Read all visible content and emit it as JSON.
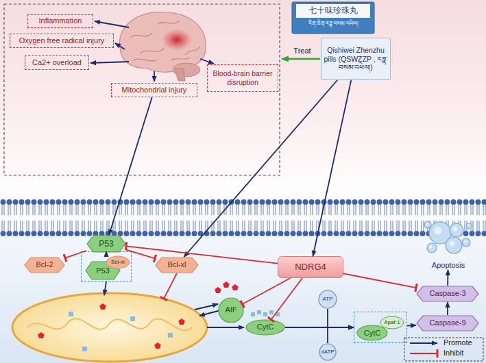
{
  "diagram": {
    "nodes": [
      {
        "text": [
          "Inflammation"
        ]
      },
      {
        "text": [
          "Oxygen free radical injury"
        ]
      },
      {
        "text": [
          "Ca2+ overload"
        ]
      },
      {
        "text": [
          "Mitochondrial injury"
        ]
      },
      {
        "text": [
          "Blood-brain barrier disruption"
        ]
      },
      {
        "text": [
          "Qishiwei Zhenzhu pills (QSWZZP , རཏྣ་བསམ་འཕེལ།)"
        ]
      },
      {
        "text": [
          "P53"
        ]
      },
      {
        "text": [
          "Bcl-2"
        ]
      },
      {
        "text": [
          "Bcl-xl"
        ]
      },
      {
        "text": [
          "NDRG4"
        ]
      },
      {
        "text": [
          "P53",
          "Bcl-xl"
        ]
      },
      {
        "text": [
          "AIF"
        ]
      },
      {
        "text": [
          "ATP"
        ]
      },
      {
        "text": [
          "dATP"
        ]
      },
      {
        "text": [
          "CytC"
        ]
      },
      {
        "text": [
          "CytC",
          "Apaf-1"
        ]
      },
      {
        "text": [
          "Caspase-9"
        ]
      },
      {
        "text": [
          "Caspase-3"
        ]
      },
      {
        "text": [
          "Apoptosis"
        ]
      }
    ],
    "edges": [
      {
        "from": 3,
        "to": 6,
        "arrow": "to"
      },
      {
        "from": 5,
        "to": 8,
        "arrow": "to"
      },
      {
        "from": 5,
        "to": 9,
        "arrow": "to"
      },
      {
        "from": 6,
        "to": 7,
        "arrow": "to"
      },
      {
        "from": 6,
        "to": 10,
        "arrow": "to"
      },
      {
        "from": 6,
        "to": 8,
        "arrow": "to"
      },
      {
        "from": 9,
        "to": 6,
        "arrow": "to"
      },
      {
        "from": 9,
        "to": 11,
        "arrow": "to"
      },
      {
        "from": 9,
        "to": 14,
        "arrow": "to"
      },
      {
        "from": 9,
        "to": 17,
        "arrow": "to"
      },
      {
        "from": 14,
        "to": 15,
        "arrow": "to"
      },
      {
        "from": 12,
        "to": 15,
        "arrow": "to"
      },
      {
        "from": 13,
        "to": 15,
        "arrow": "to"
      },
      {
        "from": 15,
        "to": 16,
        "arrow": "to"
      },
      {
        "from": 16,
        "to": 17,
        "arrow": "to"
      },
      {
        "from": 17,
        "to": 18,
        "arrow": "to"
      }
    ],
    "labels": [
      "Treat",
      "七十味珍珠丸",
      "རིན་ཆེན་རཏྣ་བསམ་འཕེལ།"
    ],
    "legend": [
      {
        "text": "Promote"
      },
      {
        "text": "Inhibit"
      }
    ]
  }
}
